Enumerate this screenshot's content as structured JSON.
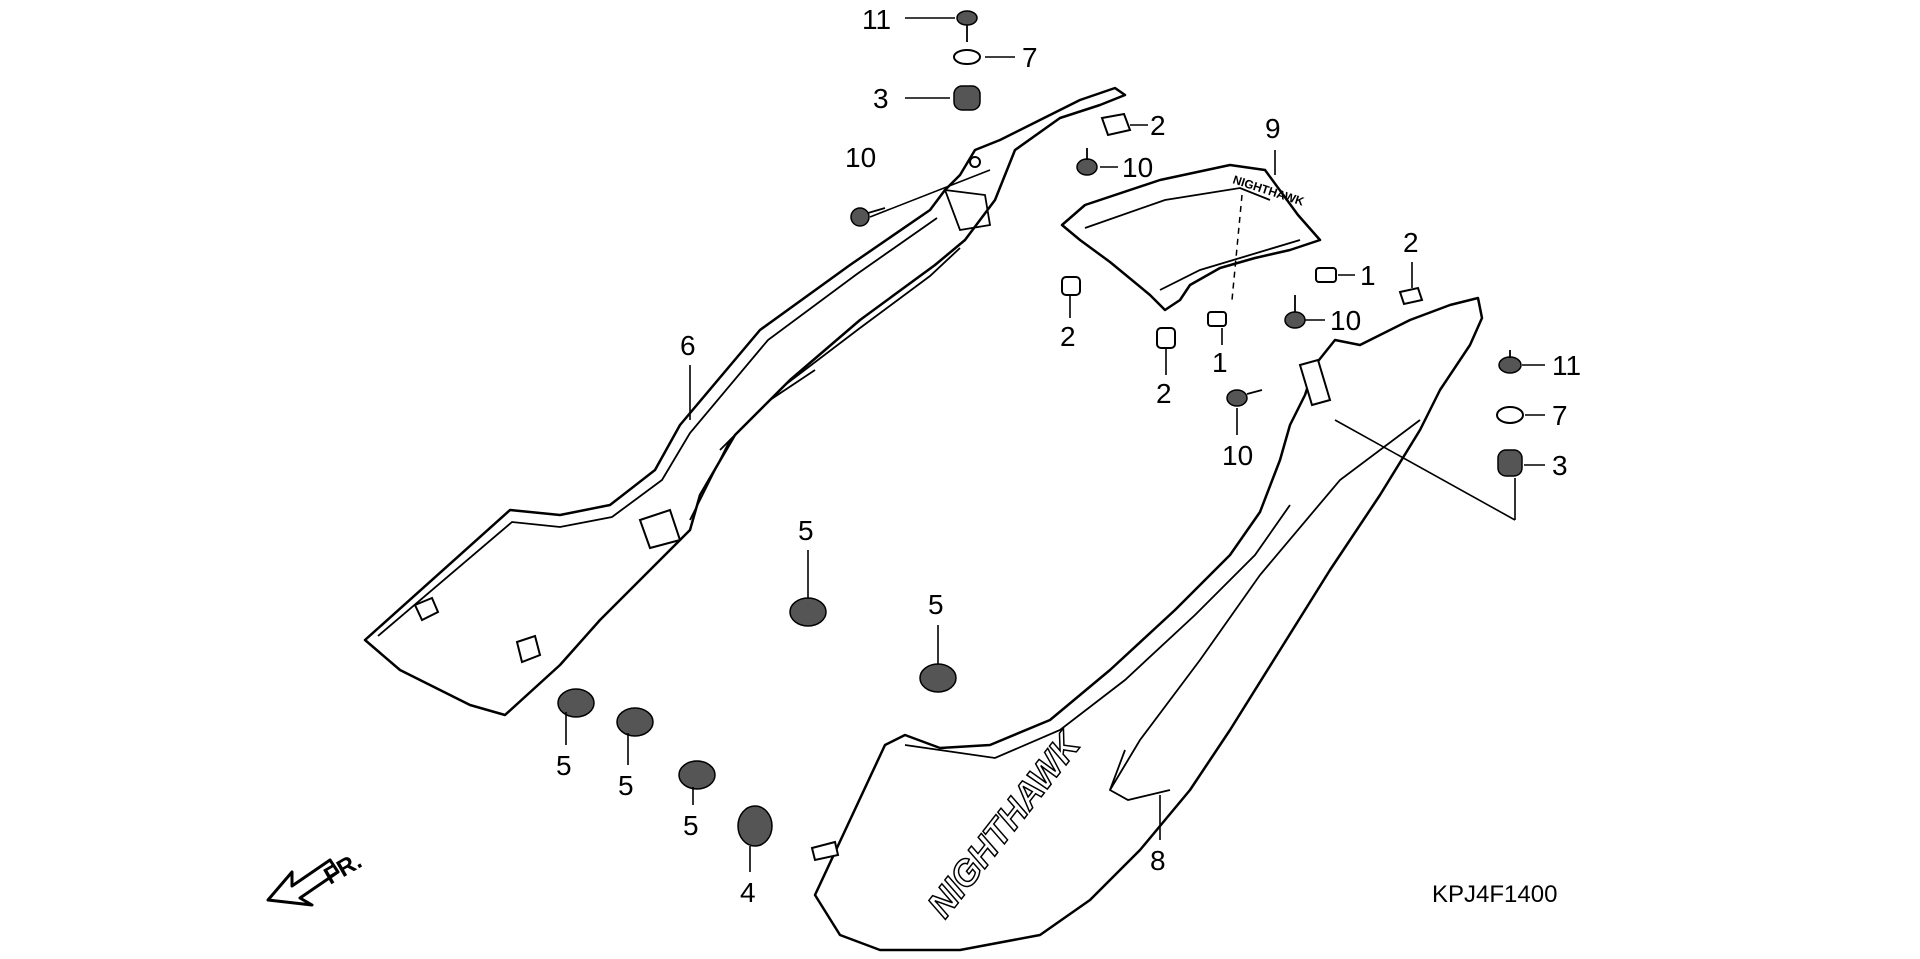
{
  "diagram": {
    "diagram_code": "KPJ4F1400",
    "direction_label": "FR.",
    "brand_text": "NIGHTHAWK",
    "colors": {
      "line": "#000000",
      "background": "#ffffff"
    },
    "labels": [
      {
        "id": "p11a",
        "text": "11"
      },
      {
        "id": "p7a",
        "text": "7"
      },
      {
        "id": "p3a",
        "text": "3"
      },
      {
        "id": "p10a",
        "text": "10"
      },
      {
        "id": "p2a",
        "text": "2"
      },
      {
        "id": "p10b",
        "text": "10"
      },
      {
        "id": "p9",
        "text": "9"
      },
      {
        "id": "p2b",
        "text": "2"
      },
      {
        "id": "p1a",
        "text": "1"
      },
      {
        "id": "p10c",
        "text": "10"
      },
      {
        "id": "p2c",
        "text": "2"
      },
      {
        "id": "p2d",
        "text": "2"
      },
      {
        "id": "p1b",
        "text": "1"
      },
      {
        "id": "p11b",
        "text": "11"
      },
      {
        "id": "p7b",
        "text": "7"
      },
      {
        "id": "p10d",
        "text": "10"
      },
      {
        "id": "p3b",
        "text": "3"
      },
      {
        "id": "p6",
        "text": "6"
      },
      {
        "id": "p5a",
        "text": "5"
      },
      {
        "id": "p5b",
        "text": "5"
      },
      {
        "id": "p5c",
        "text": "5"
      },
      {
        "id": "p5d",
        "text": "5"
      },
      {
        "id": "p5e",
        "text": "5"
      },
      {
        "id": "p4",
        "text": "4"
      },
      {
        "id": "p8",
        "text": "8"
      }
    ]
  }
}
